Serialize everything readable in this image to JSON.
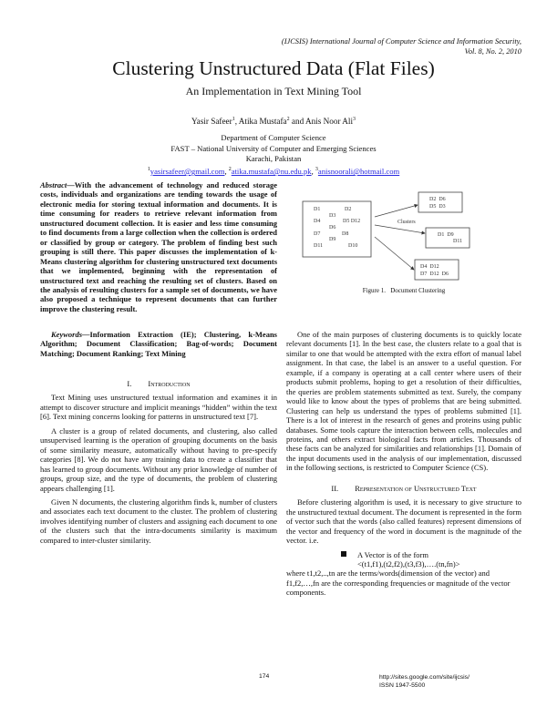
{
  "header": {
    "journal_line1": "(IJCSIS) International Journal of Computer Science and Information Security,",
    "journal_line2": "Vol. 8, No. 2, 2010"
  },
  "title": "Clustering Unstructured Data (Flat Files)",
  "subtitle": "An Implementation in Text Mining Tool",
  "authors": [
    {
      "name": "Yasir Safeer",
      "sup": "1"
    },
    {
      "name": "Atika Mustafa",
      "sup": "2"
    },
    {
      "name": "Anis Noor Ali",
      "sup": "3"
    }
  ],
  "authors_sep": [
    ", ",
    " and "
  ],
  "affiliation": {
    "department": "Department of Computer Science",
    "university": "FAST – National University of Computer and Emerging Sciences",
    "city": "Karachi, Pakistan"
  },
  "emails": [
    {
      "sup": "1",
      "address": "yasirsafeer@gmail.com"
    },
    {
      "sup": "2",
      "address": "atika.mustafa@nu.edu.pk"
    },
    {
      "sup": "3",
      "address": "anisnoorali@hotmail.com"
    }
  ],
  "abstract": {
    "label": "Abstract",
    "text": "—With the advancement of technology and reduced storage costs, individuals and organizations are tending towards the usage of electronic media for storing textual information and documents. It is time consuming for readers to retrieve relevant information from unstructured document collection. It is easier and less time consuming to find documents from a large collection when the collection is ordered or classified by group or category. The problem of finding best such grouping is still there. This paper discusses the implementation of k-Means clustering algorithm for clustering unstructured text documents that we implemented, beginning with the representation of unstructured text and reaching the resulting set of clusters. Based on the analysis of resulting clusters for a sample set of documents, we have also proposed a technique to represent documents that can further improve the clustering result."
  },
  "keywords": {
    "label": "Keywords",
    "text": "—Information Extraction (IE); Clustering, k-Means Algorithm; Document Classification; Bag-of-words; Document Matching; Document Ranking; Text Mining"
  },
  "section1": {
    "number": "I.",
    "title": "Introduction",
    "paragraphs": [
      "Text Mining uses unstructured textual information and examines it in attempt to discover structure and implicit meanings “hidden” within the text [6]. Text mining concerns looking for patterns in unstructured text [7].",
      "A cluster is a group of related documents, and clustering, also called unsupervised learning is the operation of grouping documents on the basis of some similarity measure, automatically without having to pre-specify categories [8]. We do not have any training data to create a classifier that has learned to group documents. Without any prior knowledge of number of groups, group size, and the type of documents, the problem of clustering appears challenging [1].",
      "Given N documents, the clustering algorithm finds k, number of clusters and associates each text document to the cluster. The problem of clustering involves identifying number of clusters and assigning each document to one of the clusters such that the intra-documents similarity is maximum compared to inter-cluster similarity."
    ],
    "right_paragraph": "One of the main purposes of clustering documents is to quickly locate relevant documents [1]. In the best case, the clusters relate to a goal that is similar to one that would be attempted with the extra effort of manual label assignment. In that case, the label is an answer to a useful question. For example, if a company is operating at a call center where users of their products submit problems, hoping to get a resolution of their difficulties, the queries are problem statements submitted as text. Surely, the company would like to know about the types of problems that are being submitted. Clustering can help us understand the types of problems submitted [1]. There is a lot of interest in the research of genes and proteins using public databases. Some tools capture the interaction between cells, molecules and proteins, and others extract biological facts from articles. Thousands of these facts can be analyzed for similarities and relationships [1]. Domain of the input documents used in the analysis of our implementation, discussed in the following sections, is restricted to Computer Science (CS)."
  },
  "section2": {
    "number": "II.",
    "title": "Representation of Unstructured Text",
    "paragraph": "Before clustering algorithm is used, it is necessary to give structure to the unstructured textual document. The document is represented in the form of vector such that the words (also called features) represent dimensions of the vector and frequency of the word in document is the magnitude of the vector. i.e.",
    "bullet_label": "A Vector is of the form",
    "bullet_formula": "<(t1,f1),(t2,f2),(t3,f3),….(tn,fn)>",
    "after": "where t1,t2,..,tn are the terms/words(dimension of the vector) and f1,f2,…,fn are the corresponding frequencies or magnitude of the vector components."
  },
  "figure": {
    "source_docs": [
      [
        "D1",
        "D2"
      ],
      [
        "D3"
      ],
      [
        "D4",
        "D5 D12"
      ],
      [
        "D6"
      ],
      [
        "D7",
        "D8"
      ],
      [
        "D9"
      ],
      [
        "D11",
        "D10"
      ]
    ],
    "clusters_label": "Clusters",
    "clusters": [
      [
        "D2  D6",
        "D5  D3"
      ],
      [
        "D1  D9",
        "D11"
      ],
      [
        "D4  D12",
        "D7  D12  D6"
      ]
    ],
    "caption": "Figure 1.   Document Clustering"
  },
  "footer": {
    "page_number": "174",
    "url": "http://sites.google.com/site/ijcsis/",
    "issn": "ISSN 1947-5500"
  }
}
